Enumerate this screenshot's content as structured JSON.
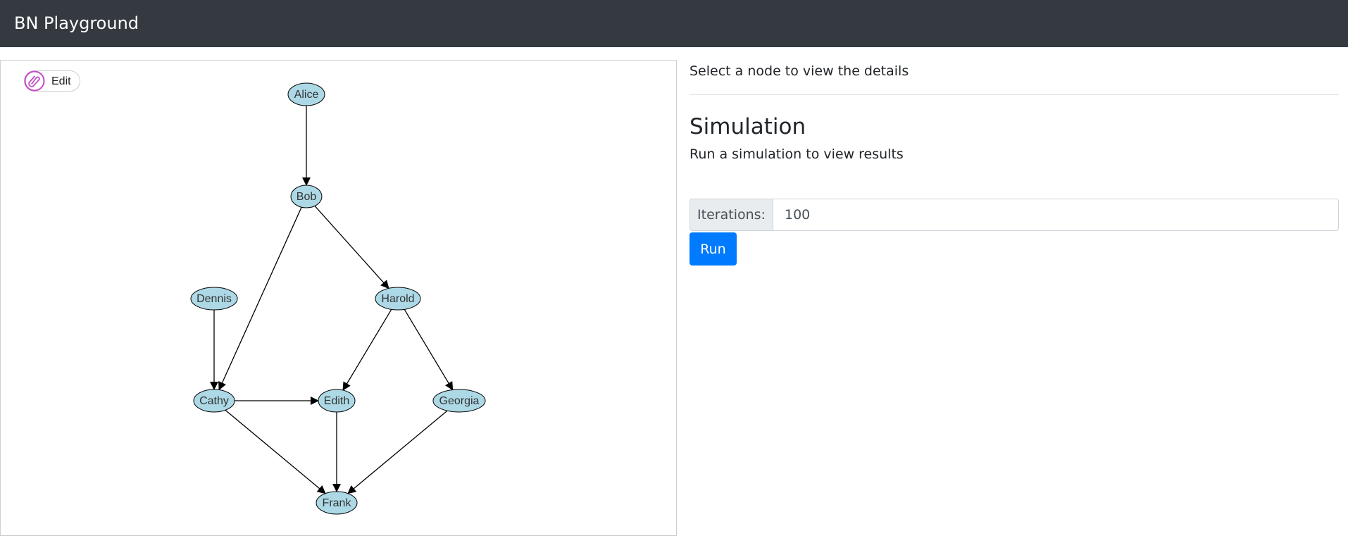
{
  "app": {
    "brand": "BN Playground"
  },
  "graph": {
    "edit_label": "Edit",
    "nodes": [
      {
        "id": "alice",
        "label": "Alice"
      },
      {
        "id": "bob",
        "label": "Bob"
      },
      {
        "id": "dennis",
        "label": "Dennis"
      },
      {
        "id": "harold",
        "label": "Harold"
      },
      {
        "id": "cathy",
        "label": "Cathy"
      },
      {
        "id": "edith",
        "label": "Edith"
      },
      {
        "id": "georgia",
        "label": "Georgia"
      },
      {
        "id": "frank",
        "label": "Frank"
      }
    ],
    "edges": [
      [
        "alice",
        "bob"
      ],
      [
        "bob",
        "cathy"
      ],
      [
        "bob",
        "harold"
      ],
      [
        "dennis",
        "cathy"
      ],
      [
        "harold",
        "edith"
      ],
      [
        "harold",
        "georgia"
      ],
      [
        "cathy",
        "edith"
      ],
      [
        "cathy",
        "frank"
      ],
      [
        "edith",
        "frank"
      ],
      [
        "georgia",
        "frank"
      ]
    ],
    "colors": {
      "node_fill": "#add8e6",
      "node_stroke": "#000000",
      "edge": "#000000",
      "edit_icon": "#c04cc8"
    }
  },
  "details": {
    "hint": "Select a node to view the details",
    "simulation_title": "Simulation",
    "simulation_subtitle": "Run a simulation to view results",
    "iterations_label": "Iterations:",
    "iterations_value": "100",
    "run_label": "Run"
  },
  "theme": {
    "navbar": "#343a40",
    "primary": "#007bff"
  }
}
